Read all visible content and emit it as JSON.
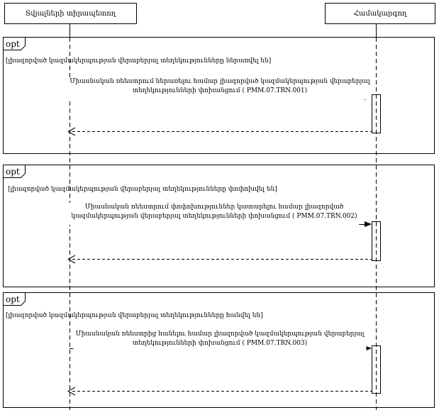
{
  "diagram": {
    "type": "uml-sequence-diagram",
    "actors": [
      {
        "label": "Տվյալների տիրապետող"
      },
      {
        "label": "Համակարգող"
      }
    ],
    "fragments": [
      {
        "operator": "opt",
        "guard": "[լիազորված կազմակերպության վերաբերյալ տեղեկությունները ներառվել են]",
        "message": {
          "line1": "Միասնական ռեեստրում ներառելու համար լիազորված կազմակերպության վերաբերյալ",
          "line2": "տեղեկությունների փոխանցում ( PMM.07.TRN.001)"
        }
      },
      {
        "operator": "opt",
        "guard": "[լիազորված կազմակերպության վերաբերյալ տեղեկությունները փոփոխվել են]",
        "message": {
          "line1": "Միասնական ռեեստրում փոփոխություններ կատարելու համար լիազորված",
          "line2": "կազմակերպության վերաբերյալ տեղեկությունների փոխանցում ( PMM.07.TRN.002)"
        }
      },
      {
        "operator": "opt",
        "guard": "[լիազորված կազմակերպության վերաբերյալ տեղեկությունները հանվել են]",
        "message": {
          "line1": "Միասնական ռեեստրից հանելու համար լիազորված կազմակերպության վերաբերյալ",
          "line2": "տեղեկությունների փոխանցում ( PMM.07.TRN.003)"
        }
      }
    ],
    "colors": {
      "line": "#000000",
      "background": "#ffffff"
    }
  }
}
